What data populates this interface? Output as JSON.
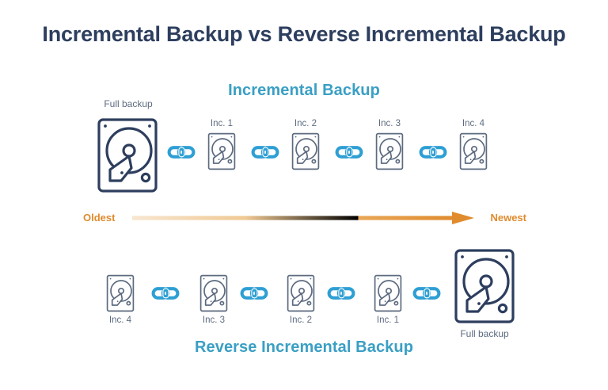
{
  "page": {
    "title": "Incremental Backup vs Reverse Incremental Backup",
    "background_color": "#ffffff"
  },
  "colors": {
    "title_navy": "#2d3e5e",
    "section_teal": "#3a9fc4",
    "drive_outline_dark": "#2d3e5e",
    "drive_outline_gray": "#5d6b80",
    "chain_blue": "#2e9fd4",
    "label_gray": "#5d6b80",
    "arrow_orange": "#e08b2e",
    "arrow_fade": "#f3dcc0"
  },
  "sections": {
    "incremental": {
      "title": "Incremental Backup",
      "items": [
        {
          "label": "Full backup",
          "type": "drive-large",
          "label_position": "above"
        },
        {
          "label": "Inc. 1",
          "type": "drive-small",
          "label_position": "above"
        },
        {
          "label": "Inc. 2",
          "type": "drive-small",
          "label_position": "above"
        },
        {
          "label": "Inc. 3",
          "type": "drive-small",
          "label_position": "above"
        },
        {
          "label": "Inc. 4",
          "type": "drive-small",
          "label_position": "above"
        }
      ],
      "connectors": [
        "chain-link-icon",
        "chain-link-icon",
        "chain-link-icon",
        "chain-link-icon"
      ]
    },
    "reverse_incremental": {
      "title": "Reverse Incremental Backup",
      "items": [
        {
          "label": "Inc. 4",
          "type": "drive-small",
          "label_position": "below"
        },
        {
          "label": "Inc. 3",
          "type": "drive-small",
          "label_position": "below"
        },
        {
          "label": "Inc. 2",
          "type": "drive-small",
          "label_position": "below"
        },
        {
          "label": "Inc. 1",
          "type": "drive-small",
          "label_position": "below"
        },
        {
          "label": "Full backup",
          "type": "drive-large",
          "label_position": "below"
        }
      ],
      "connectors": [
        "chain-link-icon",
        "chain-link-icon",
        "chain-link-icon",
        "chain-link-icon"
      ]
    }
  },
  "timeline": {
    "start_label": "Oldest",
    "end_label": "Newest",
    "direction": "left-to-right",
    "arrow_icon": "arrow-right-icon"
  }
}
